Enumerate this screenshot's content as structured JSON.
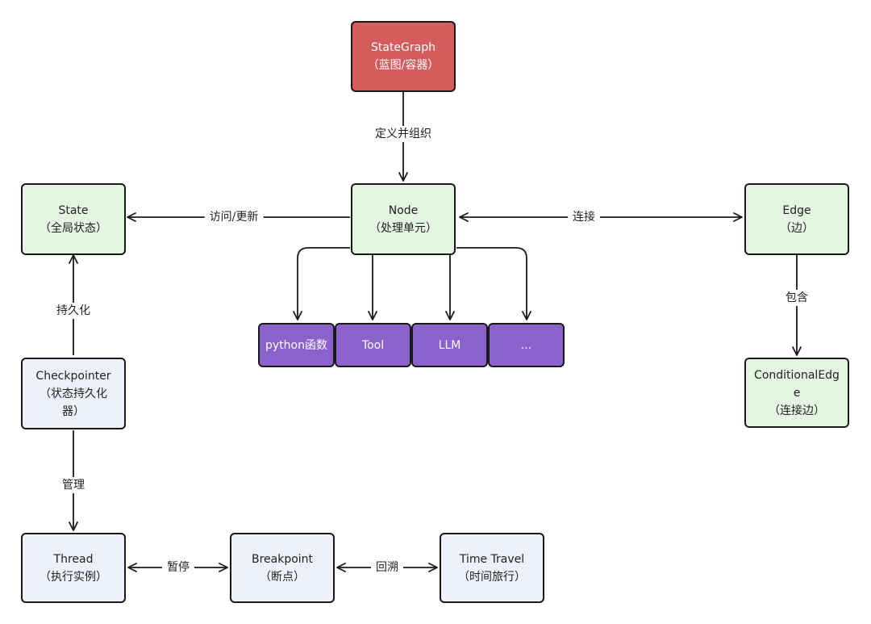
{
  "nodes": {
    "stategraph": {
      "line1": "StateGraph",
      "line2": "（蓝图/容器）"
    },
    "node": {
      "line1": "Node",
      "line2": "（处理单元）"
    },
    "state": {
      "line1": "State",
      "line2": "（全局状态）"
    },
    "edge": {
      "line1": "Edge",
      "line2": "（边）"
    },
    "conditional_edge": {
      "line1": "ConditionalEdg",
      "line2": "e",
      "line3": "（连接边）"
    },
    "checkpointer": {
      "line1": "Checkpointer",
      "line2": "（状态持久化",
      "line3": "器）"
    },
    "thread": {
      "line1": "Thread",
      "line2": "（执行实例）"
    },
    "breakpoint": {
      "line1": "Breakpoint",
      "line2": "（断点）"
    },
    "time_travel": {
      "line1": "Time Travel",
      "line2": "（时间旅行）"
    },
    "python_func": {
      "label": "python函数"
    },
    "tool": {
      "label": "Tool"
    },
    "llm": {
      "label": "LLM"
    },
    "more": {
      "label": "..."
    }
  },
  "edges": {
    "define_organize": "定义并组织",
    "access_update": "访问/更新",
    "connect": "连接",
    "contains": "包含",
    "persist": "持久化",
    "manage": "管理",
    "pause": "暂停",
    "rewind": "回溯"
  },
  "colors": {
    "stategraph": "#d45c5c",
    "core_green": "#e4f5e1",
    "runtime_lavender": "#eef0fa",
    "node_types_purple": "#8a62cc",
    "stroke": "#1a1a1a"
  }
}
